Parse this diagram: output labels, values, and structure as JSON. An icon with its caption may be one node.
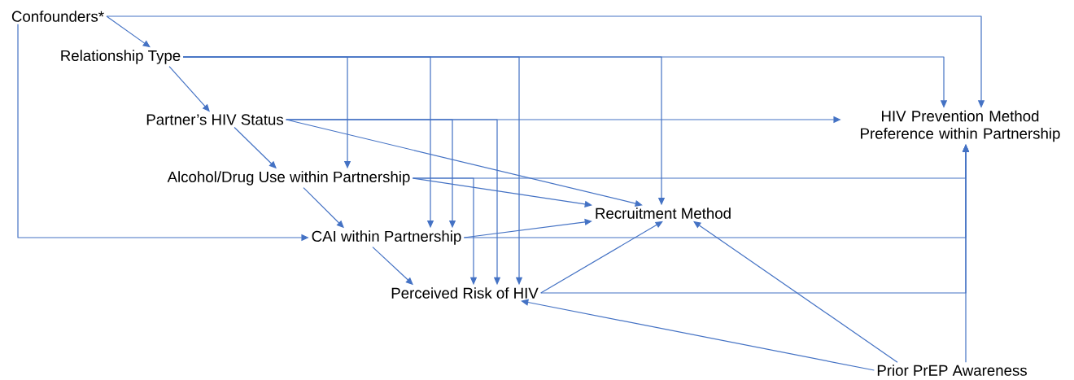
{
  "diagram": {
    "nodes": [
      {
        "text": [
          "Confounders*"
        ]
      },
      {
        "text": [
          "Relationship Type"
        ]
      },
      {
        "text": [
          "Partner’s HIV Status"
        ]
      },
      {
        "text": [
          "Alcohol/Drug Use within Partnership"
        ]
      },
      {
        "text": [
          "CAI within Partnership"
        ]
      },
      {
        "text": [
          "Perceived Risk of HIV"
        ]
      },
      {
        "text": [
          "Recruitment Method"
        ]
      },
      {
        "text": [
          "HIV Prevention Method Preference within Partnership"
        ]
      },
      {
        "text": [
          "Prior PrEP Awareness"
        ]
      }
    ],
    "edges": [
      {
        "from": 0,
        "to": 1,
        "arrow": "to"
      },
      {
        "from": 0,
        "to": 7,
        "arrow": "to"
      },
      {
        "from": 0,
        "to": 4,
        "arrow": "to"
      },
      {
        "from": 1,
        "to": 2,
        "arrow": "to"
      },
      {
        "from": 1,
        "to": 7,
        "arrow": "to"
      },
      {
        "from": 1,
        "to": 3,
        "arrow": "to"
      },
      {
        "from": 1,
        "to": 4,
        "arrow": "to"
      },
      {
        "from": 1,
        "to": 5,
        "arrow": "to"
      },
      {
        "from": 1,
        "to": 6,
        "arrow": "to"
      },
      {
        "from": 2,
        "to": 3,
        "arrow": "to"
      },
      {
        "from": 2,
        "to": 7,
        "arrow": "to"
      },
      {
        "from": 2,
        "to": 6,
        "arrow": "to"
      },
      {
        "from": 2,
        "to": 4,
        "arrow": "to"
      },
      {
        "from": 2,
        "to": 5,
        "arrow": "to"
      },
      {
        "from": 3,
        "to": 4,
        "arrow": "to"
      },
      {
        "from": 3,
        "to": 6,
        "arrow": "to"
      },
      {
        "from": 3,
        "to": 7,
        "arrow": "to"
      },
      {
        "from": 3,
        "to": 5,
        "arrow": "to"
      },
      {
        "from": 4,
        "to": 5,
        "arrow": "to"
      },
      {
        "from": 4,
        "to": 6,
        "arrow": "to"
      },
      {
        "from": 4,
        "to": 7,
        "arrow": "to"
      },
      {
        "from": 5,
        "to": 6,
        "arrow": "to"
      },
      {
        "from": 5,
        "to": 7,
        "arrow": "to"
      },
      {
        "from": 8,
        "to": 6,
        "arrow": "to"
      },
      {
        "from": 8,
        "to": 5,
        "arrow": "to"
      },
      {
        "from": 8,
        "to": 7,
        "arrow": "to"
      }
    ]
  }
}
